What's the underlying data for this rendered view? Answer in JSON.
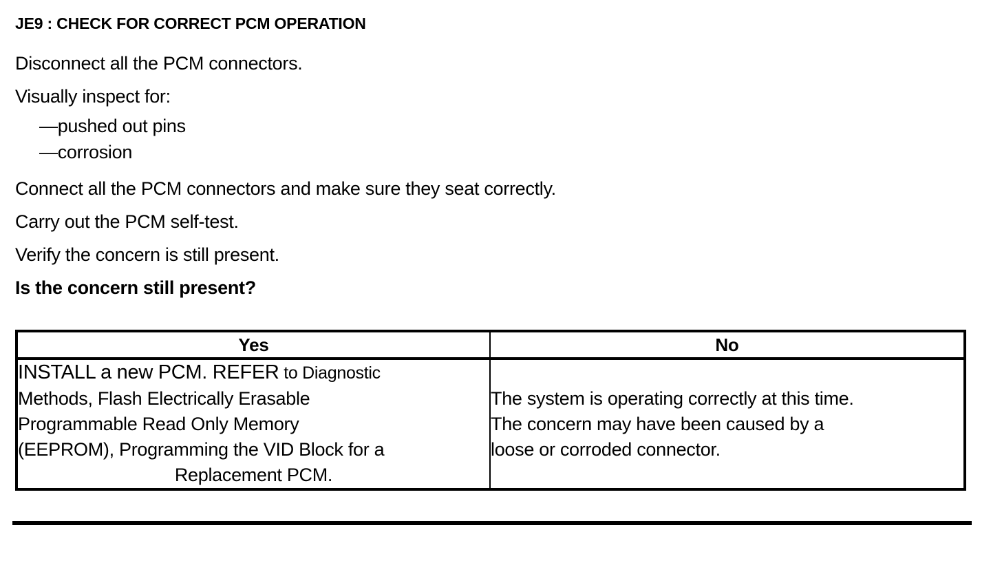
{
  "document": {
    "step_title": "JE9 : CHECK FOR CORRECT PCM OPERATION",
    "instructions": [
      "Disconnect all the PCM connectors.",
      "Visually inspect for:",
      "—pushed out pins",
      "—corrosion",
      "Connect all the PCM connectors and make sure they seat correctly.",
      "Carry out the PCM self-test.",
      "Verify the concern is still present."
    ],
    "question": "Is the concern still present?"
  },
  "decision_table": {
    "headers": {
      "yes": "Yes",
      "no": "No"
    },
    "yes_cell": {
      "lines": [
        {
          "lead": "INSTALL a new PCM. REFER",
          "rest": " to Diagnostic"
        },
        {
          "rest": "Methods, Flash Electrically Erasable"
        },
        {
          "rest": "Programmable Read Only Memory"
        },
        {
          "rest": "(EEPROM), Programming the VID Block for a"
        },
        {
          "rest": "Replacement PCM.",
          "align": "center"
        }
      ]
    },
    "no_cell": {
      "lines": [
        "The system is operating correctly at this time.",
        "The concern may have been caused by a",
        "loose or corroded connector."
      ]
    }
  },
  "colors": {
    "ink": "#000000",
    "paper": "#ffffff"
  }
}
